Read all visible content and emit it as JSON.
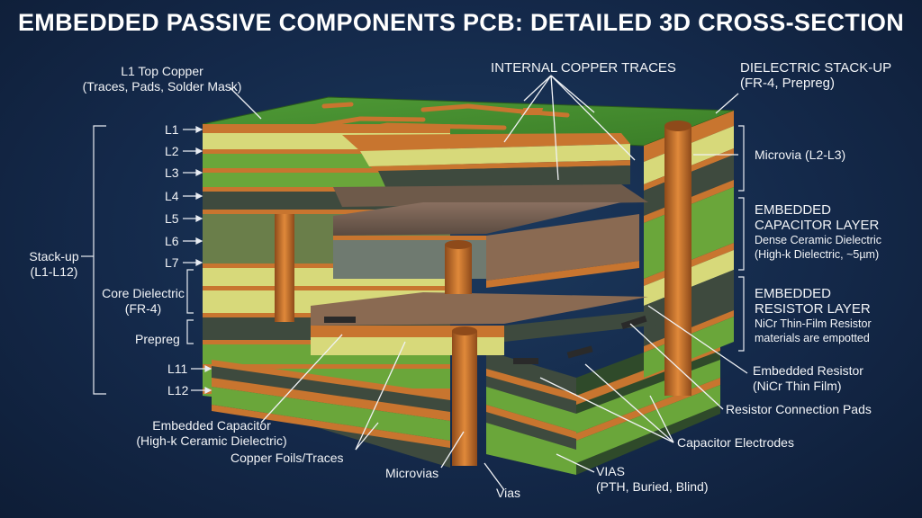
{
  "title": "EMBEDDED PASSIVE COMPONENTS PCB: DETAILED 3D CROSS-SECTION",
  "labels": {
    "l1_top_copper": [
      "L1 Top Copper",
      "(Traces, Pads, Solder Mask)"
    ],
    "internal_copper_traces": "INTERNAL COPPER TRACES",
    "dielectric_stackup": [
      "DIELECTRIC STACK-UP",
      "(FR-4, Prepreg)"
    ],
    "microvia_l2_l3": "Microvia (L2-L3)",
    "embedded_capacitor_layer": [
      "EMBEDDED",
      "CAPACITOR LAYER",
      "Dense Ceramic Dielectric",
      "(High-k Dielectric, ~5µm)"
    ],
    "embedded_resistor_layer": [
      "EMBEDDED",
      "RESISTOR LAYER",
      "NiCr Thin-Film Resistor",
      "materials are empotted"
    ],
    "embedded_resistor": [
      "Embedded Resistor",
      "(NiCr Thin Film)"
    ],
    "resistor_connection_pads": "Resistor Connection Pads",
    "capacitor_electrodes": "Capacitor Electrodes",
    "vias": [
      "VIAS",
      "(PTH, Buried, Blind)"
    ],
    "vias_small": "Vias",
    "microvias": "Microvias",
    "copper_foils": "Copper Foils/Traces",
    "embedded_capacitor": [
      "Embedded Capacitor",
      "(High-k Ceramic Dielectric)"
    ],
    "stackup": [
      "Stack-up",
      "(L1-L12)"
    ],
    "core_dielectric": [
      "Core Dielectric",
      "(FR-4)"
    ],
    "prepreg": "Prepreg",
    "layers": [
      "L1",
      "L2",
      "L3",
      "L4",
      "L5",
      "L6",
      "L7",
      "L11",
      "L12"
    ]
  },
  "colors": {
    "background": "#14294a",
    "solder_mask": "#3f8a2c",
    "fr4": "#6aa63a",
    "prepreg": "#d7d97a",
    "copper": "#c8752f",
    "dielectric_dark": "#3e4a3e",
    "ceramic": "#6f7a70"
  }
}
